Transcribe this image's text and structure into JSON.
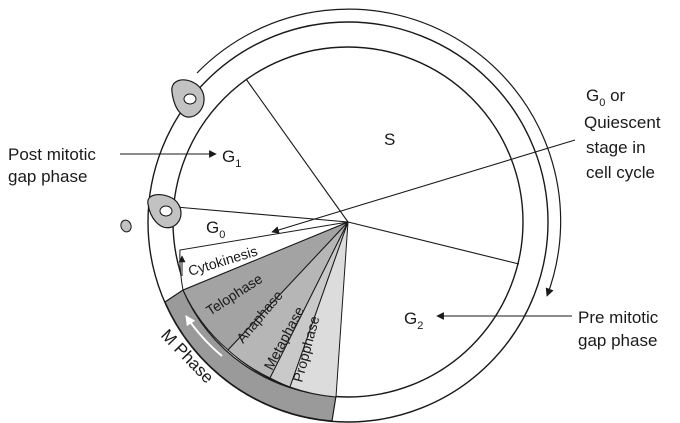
{
  "diagram": {
    "phases": {
      "s": "S",
      "g1": "G",
      "g1_sub": "1",
      "g0": "G",
      "g0_sub": "0",
      "g2": "G",
      "g2_sub": "2"
    },
    "m_subphases": [
      "Cytokinesis",
      "Telophase",
      "Anaphase",
      "Metaphase",
      "Propphase"
    ],
    "m_phase_label": "M Phase",
    "annotations": {
      "post_mitotic": [
        "Post mitotic",
        "gap phase"
      ],
      "pre_mitotic": [
        "Pre mitotic",
        "gap phase"
      ],
      "g0_title_main": "G",
      "g0_title_sub": "0",
      "g0_title_tail": " or",
      "g0_lines": [
        "Quiescent",
        "stage in",
        "cell cycle"
      ]
    },
    "colors": {
      "outline": "#1a1a1a",
      "m_band": "#9a9a9a",
      "telophase": "#a3a3a3",
      "anaphase": "#b6b6b6",
      "metaphase": "#c9c9c9",
      "propphase": "#dcdcdc",
      "cell": "#c2c2c2"
    }
  }
}
